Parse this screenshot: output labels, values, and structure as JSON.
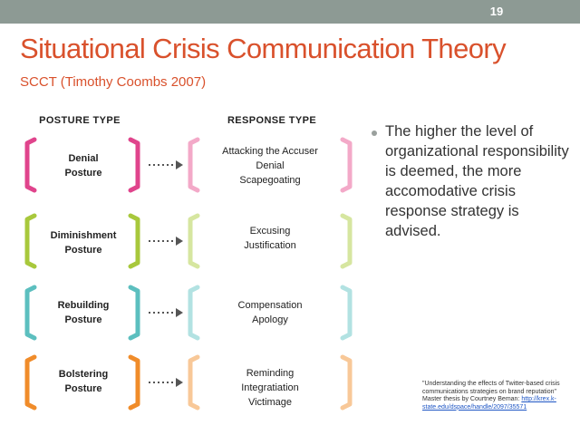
{
  "slide": {
    "number": "19"
  },
  "title": "Situational Crisis Communication Theory",
  "subtitle": "SCCT (Timothy  Coombs 2007)",
  "diagram": {
    "posture_header": "POSTURE TYPE",
    "response_header": "RESPONSE TYPE",
    "rows": [
      {
        "posture": [
          "Denial",
          "Posture"
        ],
        "responses": [
          "Attacking the Accuser",
          "Denial",
          "Scapegoating"
        ],
        "color": "#e0448c",
        "response_color": "#f3a9c8"
      },
      {
        "posture": [
          "Diminishment",
          "Posture"
        ],
        "responses": [
          "Excusing",
          "Justification"
        ],
        "color": "#a8c83c",
        "response_color": "#d6e6a0"
      },
      {
        "posture": [
          "Rebuilding",
          "Posture"
        ],
        "responses": [
          "Compensation",
          "Apology"
        ],
        "color": "#5cbfbf",
        "response_color": "#b2e2e2"
      },
      {
        "posture": [
          "Bolstering",
          "Posture"
        ],
        "responses": [
          "Reminding",
          "Integratiation",
          "Victimage"
        ],
        "color": "#f08c2a",
        "response_color": "#f8c898"
      }
    ]
  },
  "bullet": "The higher the level of organizational responsibility is deemed, the more accomodative crisis response strategy is advised.",
  "citation": {
    "title": "\"Understanding the effects of Twitter-based crisis communications strategies on brand reputation\"",
    "author": "Master thesis by Courtney Beman:",
    "link": "http://krex.k-state.edu/dspace/handle/2097/35571"
  }
}
